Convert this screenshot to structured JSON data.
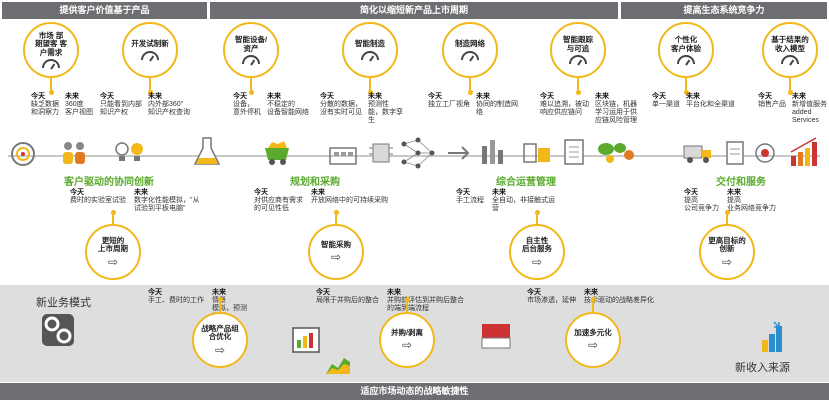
{
  "headers": {
    "left": "提供客户价值基于产品",
    "middle": "简化以缩短新产品上市周期",
    "right": "提高生态系统竞争力"
  },
  "today": "今天",
  "future": "未来",
  "top_circles": [
    {
      "label": "市场 部\n期望客 客\n户需求",
      "glyph": "gauge"
    },
    {
      "label": "开发试制新",
      "glyph": "gauge"
    },
    {
      "label": "智能设备/\n资产",
      "glyph": "gauge"
    },
    {
      "label": "智能制造",
      "glyph": "gauge"
    },
    {
      "label": "制造网络",
      "glyph": "gauge"
    },
    {
      "label": "智能跟踪\n与可追",
      "glyph": "gauge"
    },
    {
      "label": "个性化\n客户体验",
      "glyph": "gauge"
    },
    {
      "label": "基于结果的\n收入模型",
      "glyph": "gauge"
    }
  ],
  "top_texts": [
    {
      "today": "缺乏数据\n和洞察力",
      "future": "360度\n客户视图"
    },
    {
      "today": "只能看到内部\n知识产权",
      "future": "内外部360°\n知识产权查询"
    },
    {
      "today": "设备，\n意外停机",
      "future": "不稳定的\n设备智能网络"
    },
    {
      "today": "分散的数据，\n没有实时可见",
      "future": "预测性\n能，数字孪\n生"
    },
    {
      "today": "独立工厂视角",
      "future": "协同的制造网\n络"
    },
    {
      "today": "难以追溯，被动\n响应供应链问",
      "future": "区块链，机器\n学习运用于供\n应链风险管理"
    },
    {
      "today": "单一渠道",
      "future": "平台化和全渠道"
    },
    {
      "today": "销售产品",
      "future": "新增值服务\nadded\nServices"
    }
  ],
  "phases": {
    "p1": "客户驱动的协同创新",
    "p2": "规划和采购",
    "p3": "综合运营管理",
    "p4": "交付和服务"
  },
  "mid_texts": [
    {
      "today": "费时的实验室试验",
      "future": "数字化性能模拟，\"从\n试验到平板电脑\""
    },
    {
      "today": "对供应商有需求\n的可见性低",
      "future": "开放网络中的可持续采购"
    },
    {
      "today": "手工流程",
      "future": "全自动，非接触式运\n营"
    },
    {
      "today": "提高\n公司竞争力",
      "future": "提高\n业务网络竞争力"
    }
  ],
  "bottom_circles": [
    {
      "label": "更短的\n上市周期"
    },
    {
      "label": "智能采购"
    },
    {
      "label": "自主性\n后台服务"
    },
    {
      "label": "更高目标的\n创新"
    }
  ],
  "business_model": {
    "title": "新业务模式",
    "texts": [
      {
        "today": "手工、费时的工作",
        "future": "情景\n模拟，预测\n模型"
      },
      {
        "today": "局限于并购后的整合",
        "future": "并购前评估到并购后整合\n的端到端流程"
      },
      {
        "today": "市场渗透，延伸",
        "future": "技术驱动的战略差异化"
      }
    ],
    "circles": [
      {
        "label": "战略产品组\n合优化"
      },
      {
        "label": "并购/剥离"
      },
      {
        "label": "加速多元化"
      }
    ],
    "revenue": "新收入来源"
  },
  "footer": "适应市场动态的战略敏捷性",
  "colors": {
    "accent": "#f2b81a",
    "green": "#5aaa2d",
    "bar": "#6d6e71",
    "band": "#dedede"
  }
}
